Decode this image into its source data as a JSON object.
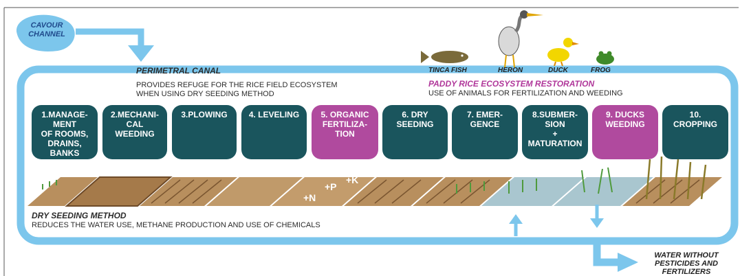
{
  "colors": {
    "canal": "#7cc6ec",
    "step_teal": "#1a555d",
    "step_magenta": "#b04a9e",
    "soil": "#b88f5e",
    "restoration_magenta": "#b0379a",
    "text_dark": "#2b2b2b",
    "cavour_text": "#1f4a8c"
  },
  "cavour": {
    "label": "CAVOUR\nCHANNEL"
  },
  "canal_label": "PERIMETRAL CANAL",
  "refuge_text": "PROVIDES REFUGE FOR THE RICE FIELD ECOSYSTEM\nWHEN USING DRY SEEDING METHOD",
  "animals": {
    "fish": "TINCA FISH",
    "heron": "HERON",
    "duck": "DUCK",
    "frog": "FROG"
  },
  "restoration": {
    "title": "PADDY RICE ECOSYSTEM RESTORATION",
    "subtitle": "USE OF ANIMALS FOR FERTILIZATION AND WEEDING"
  },
  "steps": [
    {
      "label": "1.MANAGE-\nMENT\nOF ROOMS,\nDRAINS,\nBANKS",
      "color": "teal"
    },
    {
      "label": "2.MECHANI-\nCAL\nWEEDING",
      "color": "teal"
    },
    {
      "label": "3.PLOWING",
      "color": "teal"
    },
    {
      "label": "4. LEVELING",
      "color": "teal"
    },
    {
      "label": "5. ORGANIC\nFERTILIZA-\nTION",
      "color": "magenta"
    },
    {
      "label": "6. DRY\nSEEDING",
      "color": "teal"
    },
    {
      "label": "7. EMER-\nGENCE",
      "color": "teal"
    },
    {
      "label": "8.SUBMER-\nSION\n+\nMATURATION",
      "color": "teal"
    },
    {
      "label": "9. DUCKS\nWEEDING",
      "color": "magenta"
    },
    {
      "label": "10.\nCROPPING",
      "color": "teal"
    }
  ],
  "nutrients": {
    "n": "+N",
    "p": "+P",
    "k": "+K"
  },
  "dry_seeding": {
    "title": "DRY SEEDING METHOD",
    "subtitle": "REDUCES THE WATER USE, METHANE PRODUCTION AND USE OF CHEMICALS"
  },
  "outlet": {
    "label": "WATER WITHOUT\nPESTICIDES AND\nFERTILIZERS"
  }
}
